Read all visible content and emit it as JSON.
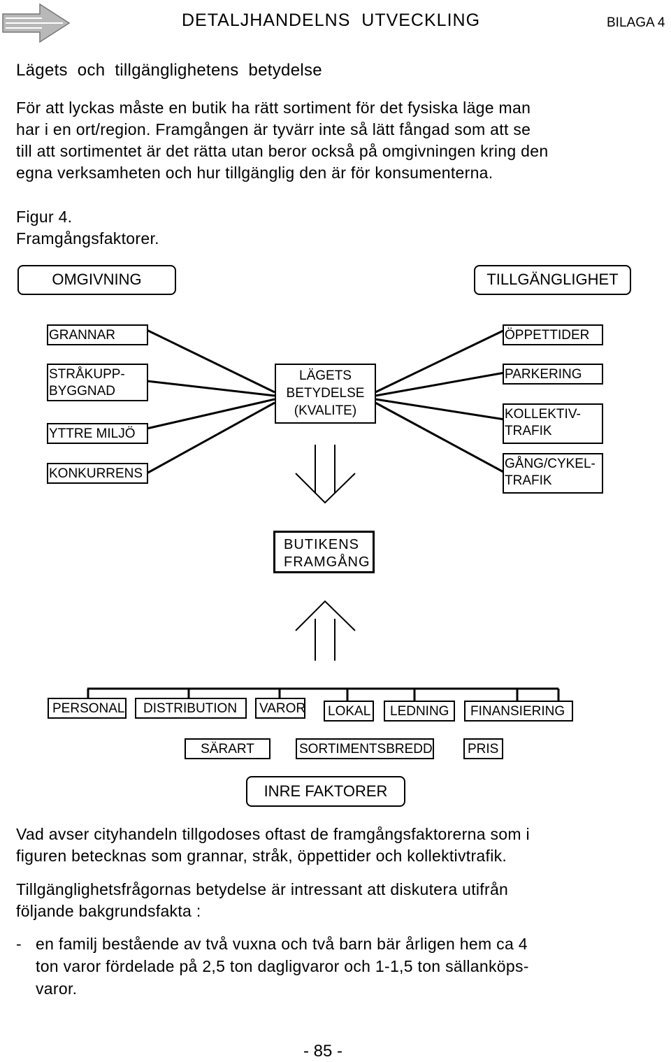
{
  "header": {
    "title": "DETALJHANDELNS  UTVECKLING",
    "appendix": "BILAGA 4"
  },
  "section": {
    "heading": "Lägets  och  tillgänglighetens  betydelse"
  },
  "intro": {
    "line1": "För att lyckas måste en butik ha rätt sortiment för det fysiska läge man",
    "line2": "har i en ort/region. Framgången är tyvärr inte så lätt fångad som att se",
    "line3": "till att sortimentet är det rätta utan beror också på omgivningen kring den",
    "line4": "egna verksamheten och hur tillgänglig den är för konsumenterna."
  },
  "figure": {
    "number": "Figur 4.",
    "caption": "Framgångsfaktorer.",
    "omgivning": {
      "title": "OMGIVNING",
      "items": [
        "GRANNAR",
        "STRÅKUPP-",
        "BYGGNAD",
        "YTTRE MILJÖ",
        "KONKURRENS"
      ]
    },
    "tillganglighet": {
      "title": "TILLGÄNGLIGHET",
      "items": [
        "ÖPPETTIDER",
        "PARKERING",
        "KOLLEKTIV-",
        "TRAFIK",
        "GÅNG/CYKEL-",
        "TRAFIK"
      ]
    },
    "center": {
      "line1": "LÄGETS",
      "line2": "BETYDELSE",
      "line3": "(KVALITE)"
    },
    "result": {
      "line1": "BUTIKENS",
      "line2": "FRAMGÅNG"
    },
    "inner": {
      "row1": [
        "PERSONAL",
        "DISTRIBUTION",
        "VAROR",
        "LOKAL",
        "LEDNING",
        "FINANSIERING"
      ],
      "row2": [
        "SÄRART",
        "SORTIMENTSBREDD",
        "PRIS"
      ],
      "title": "INRE FAKTORER"
    }
  },
  "body": {
    "p1_line1": "Vad avser cityhandeln tillgodoses oftast de framgångsfaktorerna som i",
    "p1_line2": "figuren betecknas som grannar, stråk, öppettider och kollektivtrafik.",
    "p2_line1": "Tillgänglighetsfrågornas betydelse är intressant att diskutera utifrån",
    "p2_line2": "följande bakgrundsfakta :",
    "bullet_dash": "-",
    "bullet_line1": "en familj bestående av två vuxna och två barn bär årligen hem ca 4",
    "bullet_line2": "ton varor fördelade på 2,5 ton dagligvaror och 1-1,5 ton sällanköps-",
    "bullet_line3": "varor."
  },
  "footer": {
    "page_number": "- 85 -"
  }
}
